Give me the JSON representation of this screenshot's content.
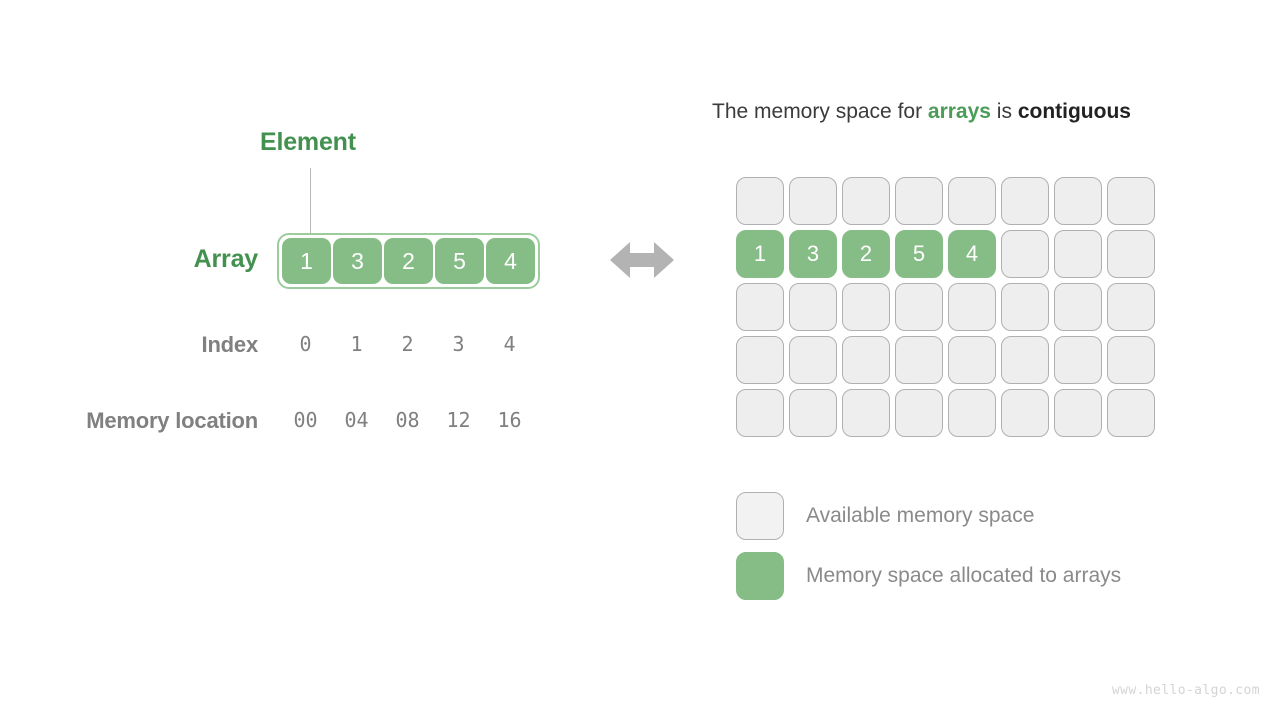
{
  "left_diagram": {
    "element_label": "Element",
    "array_label": "Array",
    "index_label": "Index",
    "memory_location_label": "Memory location",
    "array_values": [
      "1",
      "3",
      "2",
      "5",
      "4"
    ],
    "index_values": [
      "0",
      "1",
      "2",
      "3",
      "4"
    ],
    "memory_locations": [
      "00",
      "04",
      "08",
      "12",
      "16"
    ],
    "colors": {
      "array_accent": "#42914f",
      "cell_fill": "#86bc86",
      "cell_text": "#ffffff",
      "label_gray": "#808080",
      "connector_gray": "#b6b6b6"
    }
  },
  "arrow": {
    "icon": "double-headed-horizontal-arrow",
    "color": "#b3b3b3"
  },
  "right_diagram": {
    "title": {
      "part1": "The memory space for ",
      "highlight_green": "arrays",
      "part2": " is ",
      "highlight_dark": "contiguous"
    },
    "grid": {
      "columns": 8,
      "rows": 5,
      "cells": [
        [
          "",
          "",
          "",
          "",
          "",
          "",
          "",
          ""
        ],
        [
          "1",
          "3",
          "2",
          "5",
          "4",
          "",
          "",
          ""
        ],
        [
          "",
          "",
          "",
          "",
          "",
          "",
          "",
          ""
        ],
        [
          "",
          "",
          "",
          "",
          "",
          "",
          "",
          ""
        ],
        [
          "",
          "",
          "",
          "",
          "",
          "",
          "",
          ""
        ]
      ],
      "used": [
        [
          false,
          false,
          false,
          false,
          false,
          false,
          false,
          false
        ],
        [
          true,
          true,
          true,
          true,
          true,
          false,
          false,
          false
        ],
        [
          false,
          false,
          false,
          false,
          false,
          false,
          false,
          false
        ],
        [
          false,
          false,
          false,
          false,
          false,
          false,
          false,
          false
        ],
        [
          false,
          false,
          false,
          false,
          false,
          false,
          false,
          false
        ]
      ]
    },
    "legend": [
      {
        "swatch": "free",
        "text": "Available memory space"
      },
      {
        "swatch": "used",
        "text": "Memory space allocated to arrays"
      }
    ],
    "colors": {
      "free_fill": "#eeeeee",
      "free_border": "#b0b0b0",
      "used_fill": "#86bc86",
      "title_green": "#4a9c57",
      "title_dark": "#222222",
      "legend_text": "#8a8a8a"
    }
  },
  "watermark": "www.hello-algo.com"
}
